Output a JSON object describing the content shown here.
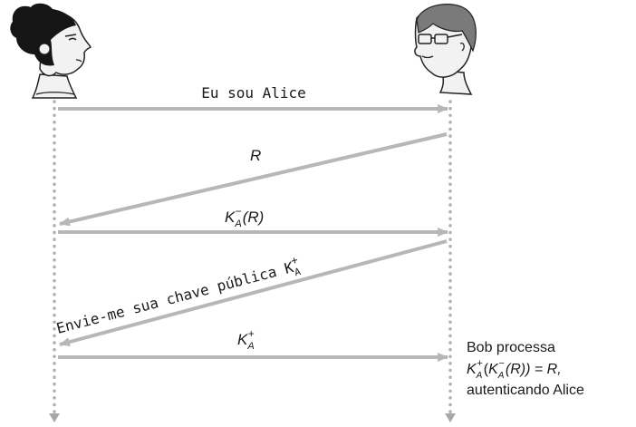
{
  "colors": {
    "arrow": "#b7b7b7",
    "lifeline": "#b0b0b0",
    "text": "#1a1a1a",
    "skin": "#f2f2f2",
    "hair_alice": "#151515",
    "hair_bob": "#7a7a7a"
  },
  "participants": {
    "alice": {
      "icon": "alice-portrait-icon"
    },
    "bob": {
      "icon": "bob-portrait-icon"
    }
  },
  "messages": {
    "m1": {
      "text": "Eu sou Alice"
    },
    "m2": {
      "text": "R"
    },
    "m3": {
      "base": "K",
      "sub": "A",
      "sup": "−",
      "arg": "(R)"
    },
    "m4": {
      "text": "Envie-me sua chave pública K",
      "sub": "A",
      "sup": "+"
    },
    "m5": {
      "base": "K",
      "sub": "A",
      "sup": "+"
    }
  },
  "note": {
    "line1": "Bob processa",
    "line2": {
      "k1": "K",
      "k1_sub": "A",
      "k1_sup": "+",
      "open": "(",
      "k2": "K",
      "k2_sub": "A",
      "k2_sup": "−",
      "arg": "(R)) = R,"
    },
    "line3": "autenticando Alice"
  }
}
